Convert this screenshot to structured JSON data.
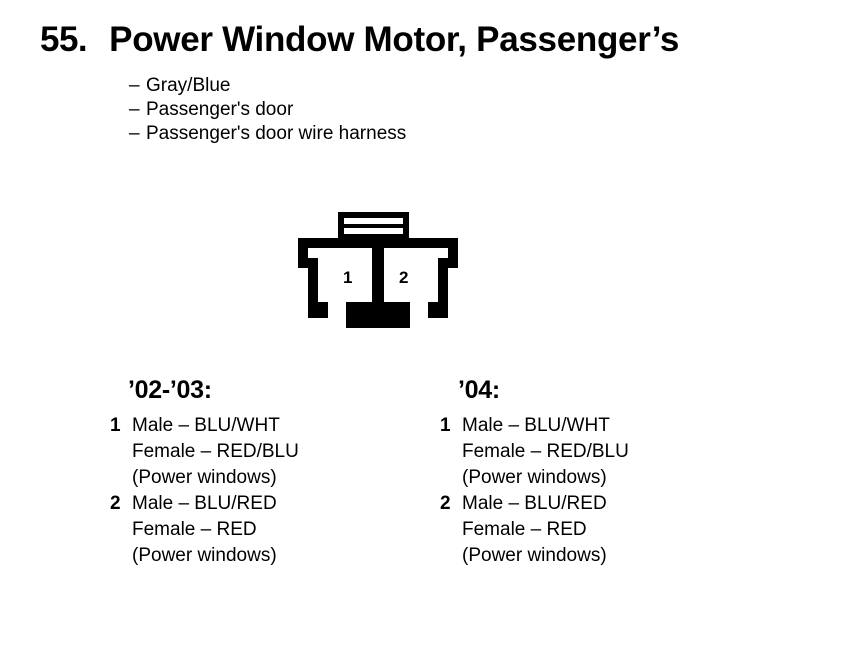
{
  "heading": {
    "number": "55.",
    "title": "Power Window Motor, Passenger’s"
  },
  "bullets": {
    "dash": "–",
    "items": [
      "Gray/Blue",
      "Passenger's door",
      "Passenger's door wire harness"
    ]
  },
  "connector": {
    "name": "2-pin connector",
    "pins": [
      {
        "label": "1"
      },
      {
        "label": "2"
      }
    ],
    "stroke_color": "#000000",
    "fill_color": "#ffffff"
  },
  "specs": [
    {
      "heading": "’02-’03:",
      "entries": [
        {
          "pin": "1",
          "lines": [
            "Male – BLU/WHT",
            "Female – RED/BLU",
            "(Power windows)"
          ]
        },
        {
          "pin": "2",
          "lines": [
            "Male – BLU/RED",
            "Female – RED",
            "(Power windows)"
          ]
        }
      ]
    },
    {
      "heading": "’04:",
      "entries": [
        {
          "pin": "1",
          "lines": [
            "Male – BLU/WHT",
            "Female – RED/BLU",
            "(Power windows)"
          ]
        },
        {
          "pin": "2",
          "lines": [
            "Male – BLU/RED",
            "Female – RED",
            "(Power windows)"
          ]
        }
      ]
    }
  ]
}
